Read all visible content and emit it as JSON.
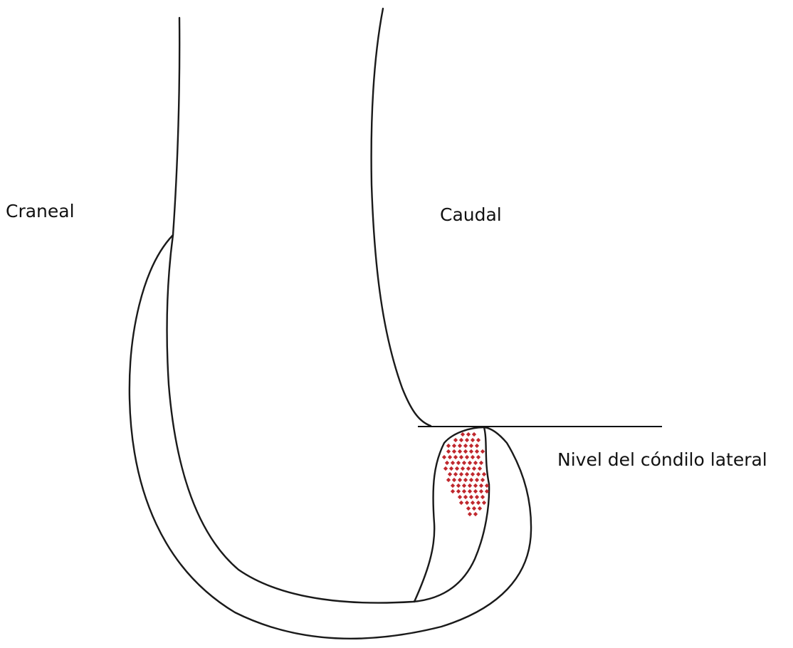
{
  "labels": {
    "craneal": "Craneal",
    "caudal": "Caudal",
    "nivel": "Nivel del cóndilo lateral"
  },
  "colors": {
    "outline": "#1a1a1a",
    "highlight": "#c0272d",
    "background": "#ffffff"
  }
}
